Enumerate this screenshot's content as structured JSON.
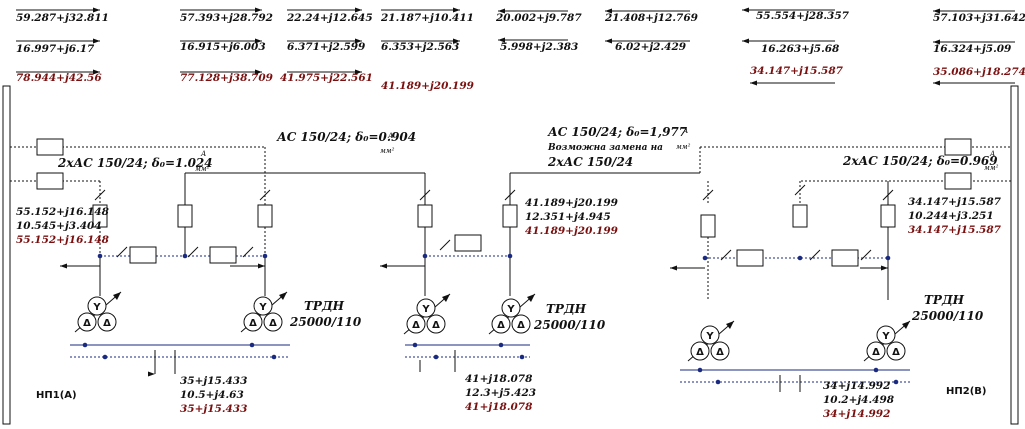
{
  "flows": {
    "row1": [
      "59.287+j32.811",
      "57.393+j28.792",
      "22.24+j12.645",
      "21.187+j10.411",
      "20.002+j9.787",
      "21.408+j12.769",
      "55.554+j28.357",
      "57.103+j31.642"
    ],
    "row2": [
      "16.997+j6.17",
      "16.915+j6.003",
      "6.371+j2.599",
      "6.353+j2.563",
      "5.998+j2.383",
      "6.02+j2.429",
      "16.263+j5.68",
      "16.324+j5.09"
    ],
    "row3": [
      "78.944+j42.56",
      "77.128+j38.709",
      "41.975+j22.561",
      "41.189+j20.199",
      "34.147+j15.587",
      "35.086+j18.274"
    ]
  },
  "lines": {
    "left": "2хАС 150/24;  δ₀=1.024",
    "mid": "АС 150/24;  δ₀=0.904",
    "right_top": "АС 150/24;  δ₀=1,977",
    "right_mid": "Возможна замена на",
    "right_bot": "2хАС 150/24",
    "far": "2хАС 150/24;  δ₀=0.969",
    "unit_top": "А",
    "unit_bot": "мм²"
  },
  "sub1": {
    "in": [
      "55.152+j16.148",
      "10.545+j3.404",
      "55.152+j16.148"
    ],
    "out": [
      "35+j15.433",
      "10.5+j4.63",
      "35+j15.433"
    ],
    "trafo": [
      "ТРДН",
      "25000/110"
    ]
  },
  "sub2": {
    "in": [
      "41.189+j20.199",
      "12.351+j4.945",
      "41.189+j20.199"
    ],
    "out": [
      "41+j18.078",
      "12.3+j5.423",
      "41+j18.078"
    ],
    "trafo": [
      "ТРДН",
      "25000/110"
    ]
  },
  "sub3": {
    "in": [
      "34.147+j15.587",
      "10.244+j3.251",
      "34.147+j15.587"
    ],
    "out": [
      "34+j14.992",
      "10.2+j4.498",
      "34+j14.992"
    ],
    "trafo": [
      "ТРДН",
      "25000/110"
    ]
  },
  "bus_labels": {
    "left": "НП1(А)",
    "right": "НП2(В)"
  },
  "colors": {
    "line": "#1a2a80",
    "dark": "#111111",
    "red": "#7a0f0f"
  }
}
